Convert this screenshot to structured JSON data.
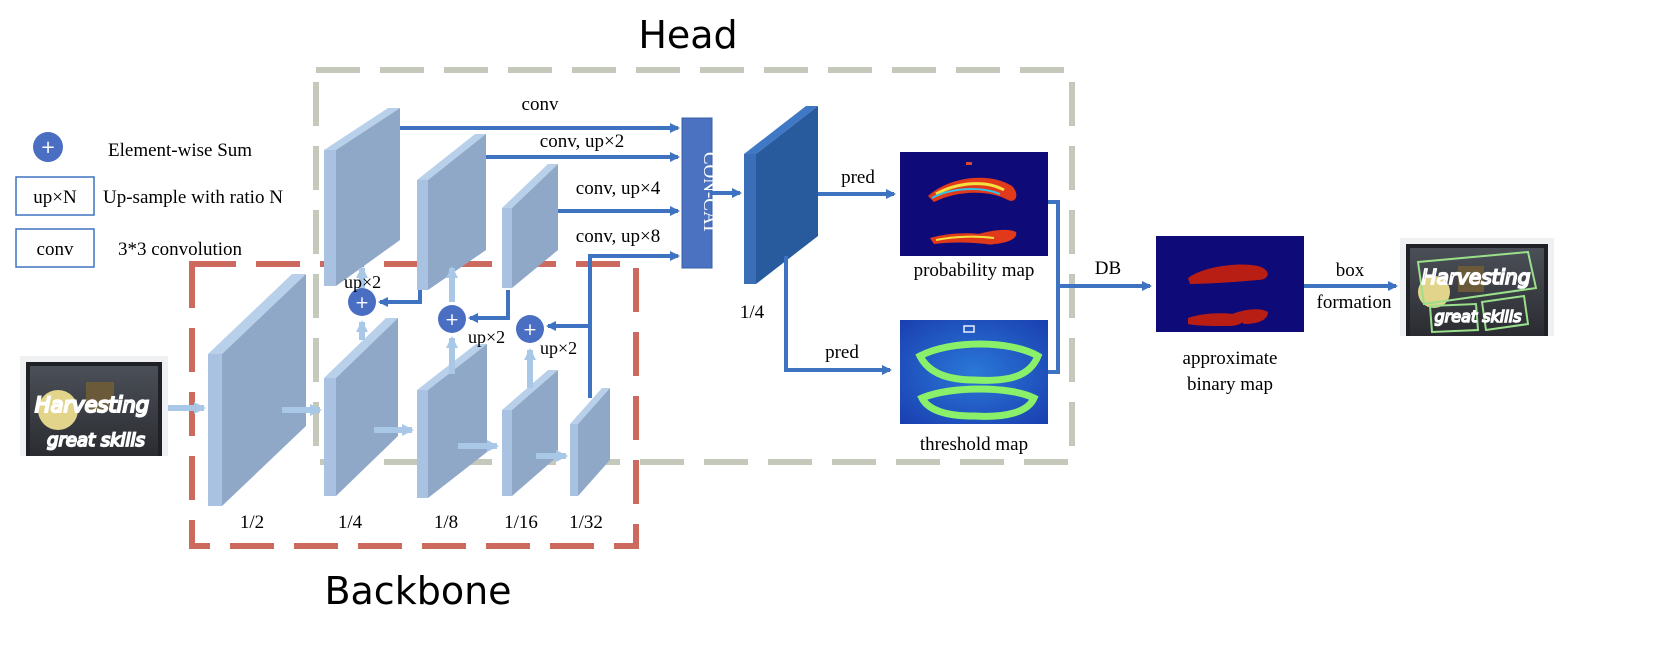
{
  "titles": {
    "head": "Head",
    "backbone": "Backbone"
  },
  "legend": {
    "sum_symbol": "+",
    "sum_label": "Element-wise Sum",
    "upsample_box": "up×N",
    "upsample_label": "Up-sample with ratio N",
    "conv_box": "conv",
    "conv_label": "3*3 convolution"
  },
  "backbone": {
    "scales": [
      "1/2",
      "1/4",
      "1/8",
      "1/16",
      "1/32"
    ],
    "upsample_labels": [
      "up×2",
      "up×2",
      "up×2"
    ]
  },
  "head": {
    "branch_labels": [
      "conv",
      "conv, up×2",
      "conv, up×4",
      "conv, up×8"
    ],
    "concat_label": "CON-CAT",
    "fused_scale": "1/4",
    "pred_top": "pred",
    "pred_bottom": "pred",
    "probability_map": "probability map",
    "threshold_map": "threshold map"
  },
  "post": {
    "db_label": "DB",
    "binary_map_line1": "approximate",
    "binary_map_line2": "binary map",
    "box_label_line1": "box",
    "box_label_line2": "formation"
  },
  "input_photo": {
    "text_line1": "Harvesting",
    "text_line2": "great skills"
  },
  "colors": {
    "head_dash": "#c5c9bc",
    "backbone_dash": "#cd6a5e",
    "arrow": "#3d73c0",
    "light_arrow": "#a9c8e8",
    "feature_face": "#8fa8c8",
    "feature_side": "#b8d0ea",
    "concat_fill": "#4a72c1",
    "fused_face": "#275b9e",
    "fused_side": "#3f78c4",
    "map_background": "#0e0a78",
    "sum_circle": "#4a6fc2"
  }
}
